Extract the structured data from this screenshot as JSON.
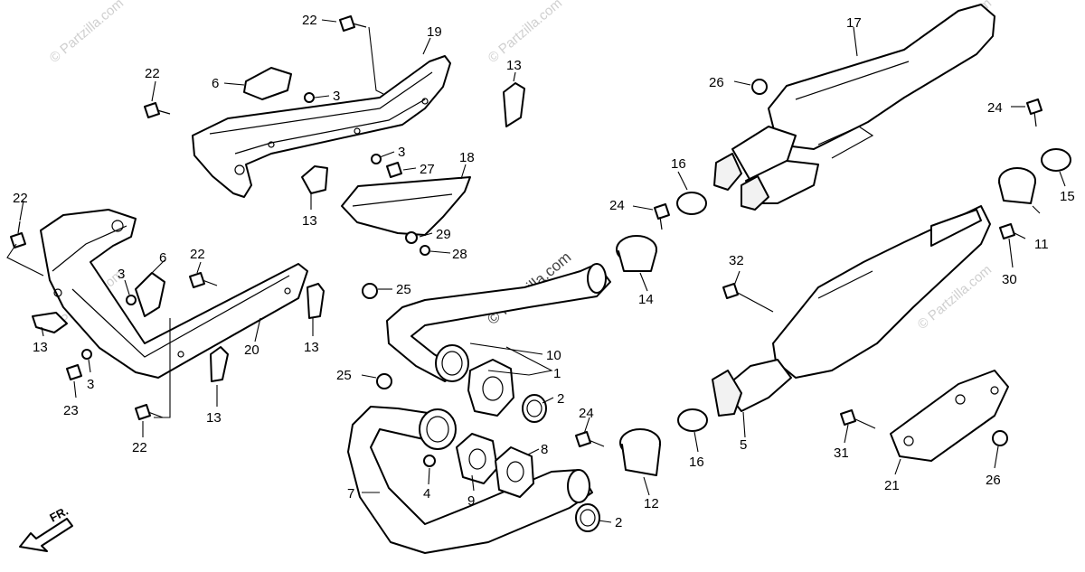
{
  "diagram": {
    "watermark": "© Partzilla.com",
    "direction_label": "FR.",
    "callouts": [
      "1",
      "2",
      "3",
      "4",
      "5",
      "6",
      "7",
      "8",
      "9",
      "10",
      "11",
      "12",
      "13",
      "14",
      "15",
      "16",
      "17",
      "18",
      "19",
      "20",
      "21",
      "22",
      "23",
      "24",
      "25",
      "26",
      "27",
      "28",
      "29",
      "30",
      "31",
      "32"
    ]
  }
}
